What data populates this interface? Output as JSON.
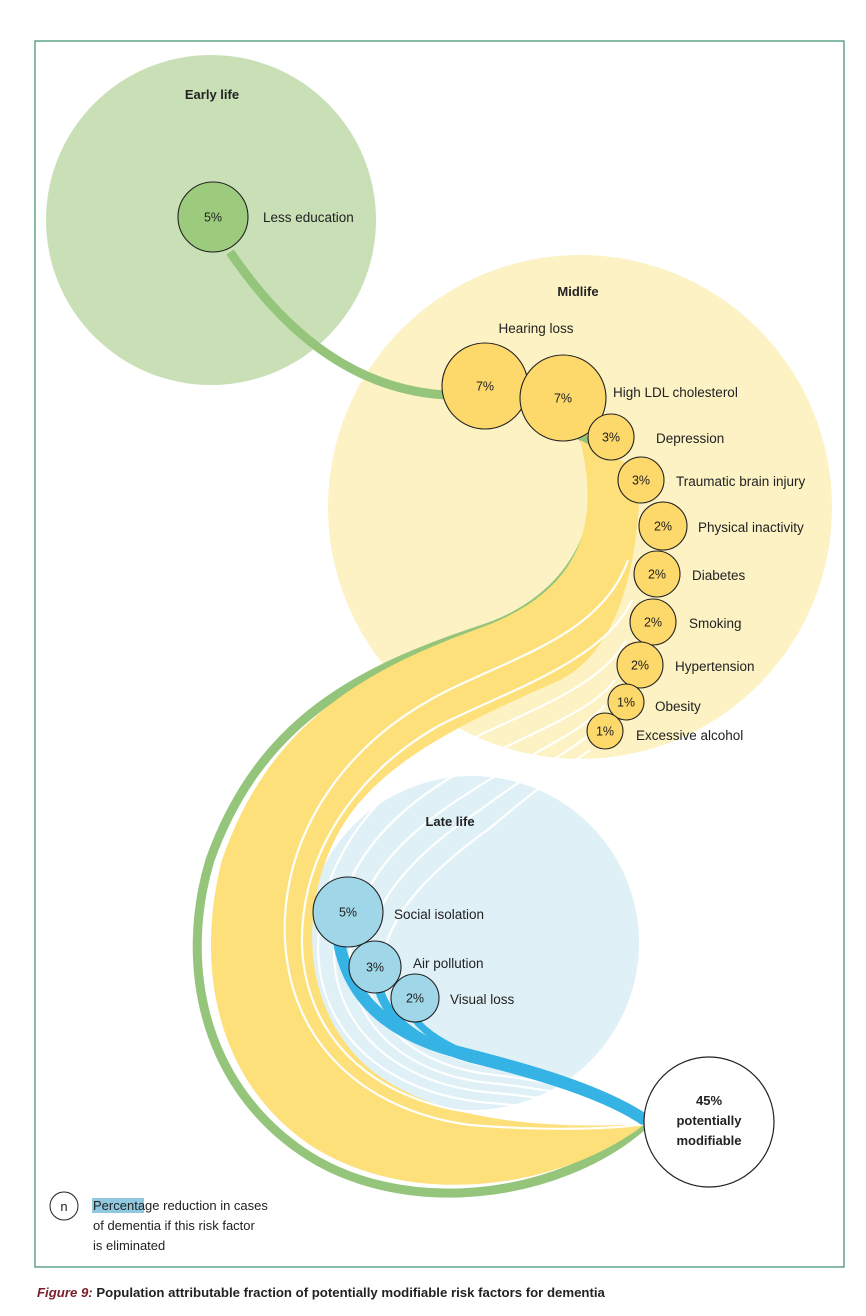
{
  "colors": {
    "frame": "#3a8f6a",
    "early_bg": "#c9e0b6",
    "early_node": "#9dcb7d",
    "early_band": "#94c57b",
    "mid_bg": "#fdf2c4",
    "mid_node": "#fdd86a",
    "mid_band": "#fde07a",
    "late_bg": "#dff0f7",
    "late_node": "#9fd6e8",
    "late_band": "#36b3e5",
    "legend_highlight": "#8fc8df",
    "caption_label": "#7a1d2b"
  },
  "stages": {
    "early": "Early life",
    "mid": "Midlife",
    "late": "Late life"
  },
  "risk_factors": [
    {
      "stage": "early",
      "label": "Less education",
      "value": "5%"
    },
    {
      "stage": "mid",
      "label": "Hearing loss",
      "value": "7%"
    },
    {
      "stage": "mid",
      "label": "High LDL cholesterol",
      "value": "7%"
    },
    {
      "stage": "mid",
      "label": "Depression",
      "value": "3%"
    },
    {
      "stage": "mid",
      "label": "Traumatic brain injury",
      "value": "3%"
    },
    {
      "stage": "mid",
      "label": "Physical inactivity",
      "value": "2%"
    },
    {
      "stage": "mid",
      "label": "Diabetes",
      "value": "2%"
    },
    {
      "stage": "mid",
      "label": "Smoking",
      "value": "2%"
    },
    {
      "stage": "mid",
      "label": "Hypertension",
      "value": "2%"
    },
    {
      "stage": "mid",
      "label": "Obesity",
      "value": "1%"
    },
    {
      "stage": "mid",
      "label": "Excessive alcohol",
      "value": "1%"
    },
    {
      "stage": "late",
      "label": "Social isolation",
      "value": "5%"
    },
    {
      "stage": "late",
      "label": "Air pollution",
      "value": "3%"
    },
    {
      "stage": "late",
      "label": "Visual loss",
      "value": "2%"
    }
  ],
  "total": {
    "value": "45%",
    "line1": "potentially",
    "line2": "modifiable"
  },
  "legend": {
    "symbol": "n",
    "highlight": "Percent",
    "line1_rest": "age reduction in cases",
    "line2": "of dementia if this risk factor",
    "line3": "is eliminated"
  },
  "caption": {
    "label": "Figure 9:",
    "text": " Population attributable fraction of potentially modifiable risk factors for dementia"
  }
}
